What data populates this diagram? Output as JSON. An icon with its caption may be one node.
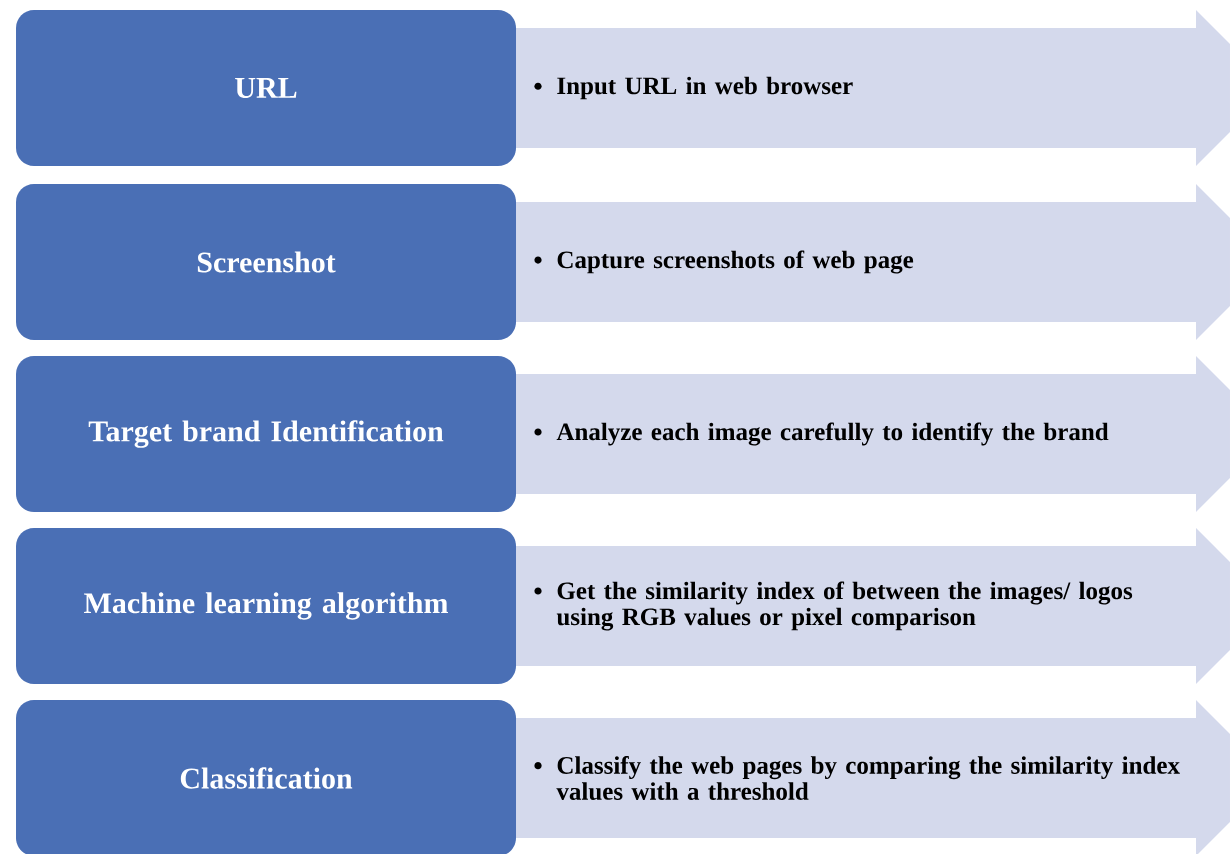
{
  "diagram": {
    "nodes": [
      {
        "text": [
          "URL"
        ]
      },
      {
        "text": [
          "Input URL in web browser"
        ]
      },
      {
        "text": [
          "Screenshot"
        ]
      },
      {
        "text": [
          "Capture screenshots of web page"
        ]
      },
      {
        "text": [
          "Target brand Identification"
        ]
      },
      {
        "text": [
          "Analyze each image carefully to identify the brand"
        ]
      },
      {
        "text": [
          "Machine learning algorithm"
        ]
      },
      {
        "text": [
          "Get the similarity index of between the images/ logos using RGB values or pixel comparison"
        ]
      },
      {
        "text": [
          "Classification"
        ]
      },
      {
        "text": [
          "Classify the web pages by comparing the similarity index values with a threshold"
        ]
      }
    ]
  }
}
